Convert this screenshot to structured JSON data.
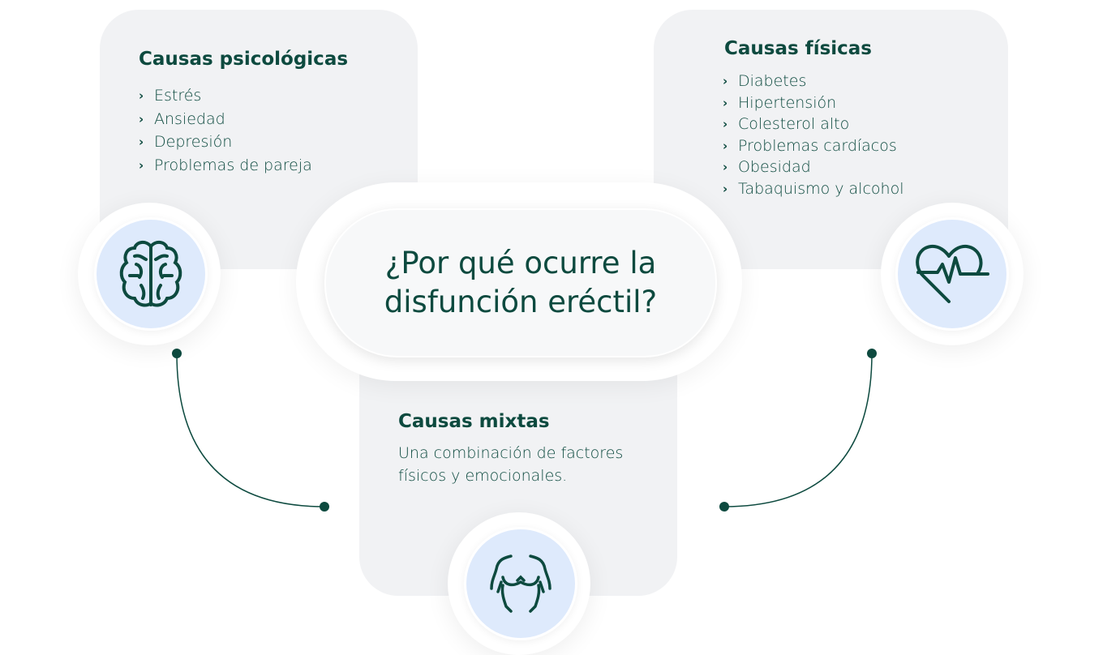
{
  "title": "¿Por qué ocurre la disfunción eréctil?",
  "psychological": {
    "heading": "Causas psicológicas",
    "items": [
      "Estrés",
      "Ansiedad",
      "Depresión",
      "Problemas de pareja"
    ]
  },
  "physical": {
    "heading": "Causas físicas",
    "items": [
      "Diabetes",
      "Hipertensión",
      "Colesterol alto",
      "Problemas cardíacos",
      "Obesidad",
      "Tabaquismo y alcohol"
    ]
  },
  "mixed": {
    "heading": "Causas mixtas",
    "text": "Una combinación de factores físicos y emocionales."
  },
  "chevron": "›",
  "colors": {
    "text": "#0d4a3f",
    "card": "#f1f2f4",
    "icon_bg": "#deeafc"
  }
}
